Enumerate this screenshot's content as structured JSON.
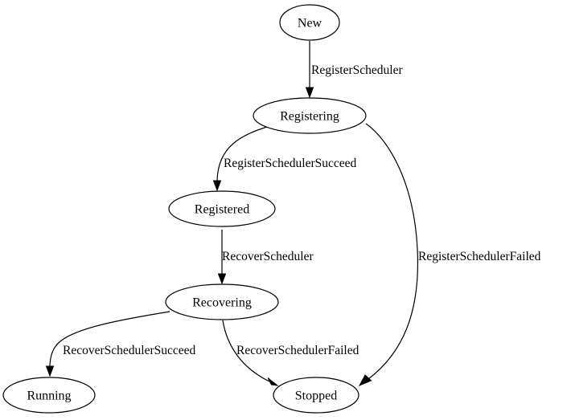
{
  "diagram": {
    "type": "state-machine",
    "nodes": {
      "new": "New",
      "registering": "Registering",
      "registered": "Registered",
      "recovering": "Recovering",
      "running": "Running",
      "stopped": "Stopped"
    },
    "edges": {
      "register_scheduler": "RegisterScheduler",
      "register_scheduler_succeed": "RegisterSchedulerSucceed",
      "register_scheduler_failed": "RegisterSchedulerFailed",
      "recover_scheduler": "RecoverScheduler",
      "recover_scheduler_succeed": "RecoverSchedulerSucceed",
      "recover_scheduler_failed": "RecoverSchedulerFailed"
    },
    "transitions": [
      {
        "from": "New",
        "to": "Registering",
        "label": "RegisterScheduler"
      },
      {
        "from": "Registering",
        "to": "Registered",
        "label": "RegisterSchedulerSucceed"
      },
      {
        "from": "Registering",
        "to": "Stopped",
        "label": "RegisterSchedulerFailed"
      },
      {
        "from": "Registered",
        "to": "Recovering",
        "label": "RecoverScheduler"
      },
      {
        "from": "Recovering",
        "to": "Running",
        "label": "RecoverSchedulerSucceed"
      },
      {
        "from": "Recovering",
        "to": "Stopped",
        "label": "RecoverSchedulerFailed"
      }
    ]
  }
}
